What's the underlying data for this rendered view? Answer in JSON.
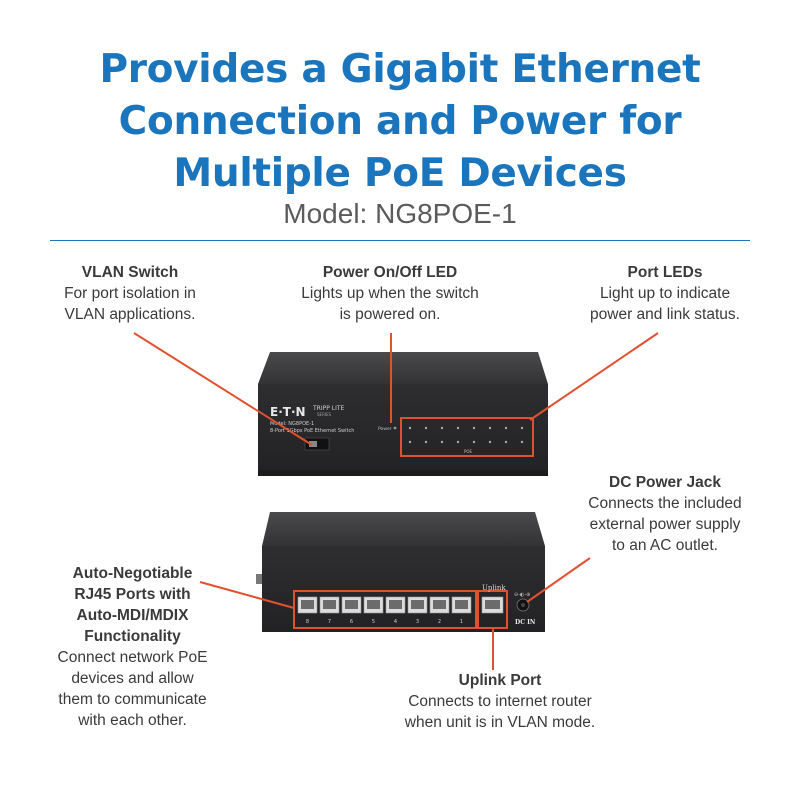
{
  "headline": {
    "line1": "Provides a Gigabit Ethernet",
    "line2": "Connection and Power for",
    "line3": "Multiple PoE Devices"
  },
  "model": "Model: NG8POE-1",
  "callouts": {
    "vlan_switch": {
      "title": "VLAN Switch",
      "desc1": "For port isolation in",
      "desc2": "VLAN applications."
    },
    "power_led": {
      "title": "Power On/Off LED",
      "desc1": "Lights up when the switch",
      "desc2": "is powered on."
    },
    "port_leds": {
      "title": "Port LEDs",
      "desc1": "Light up to indicate",
      "desc2": "power and link status."
    },
    "dc_jack": {
      "title": "DC Power Jack",
      "desc1": "Connects the included",
      "desc2": "external power supply",
      "desc3": "to an AC outlet."
    },
    "rj45": {
      "title1": "Auto-Negotiable",
      "title2": "RJ45 Ports with",
      "title3": "Auto-MDI/MDIX",
      "title4": "Functionality",
      "desc1": "Connect network PoE",
      "desc2": "devices and allow",
      "desc3": "them to communicate",
      "desc4": "with each other."
    },
    "uplink": {
      "title": "Uplink Port",
      "desc1": "Connects to internet router",
      "desc2": "when unit is in VLAN mode."
    }
  },
  "device_front": {
    "brand": "E·T·N",
    "series": "TRIPP LITE",
    "series_sub": "SERIES",
    "model_line": "Model: NG8POE-1",
    "desc_line": "8-Port 1Gbps PoE Ethernet Switch",
    "power_label": "Power",
    "poe_label": "POE"
  },
  "device_back": {
    "uplink_label": "Uplink",
    "dc_label": "DC IN",
    "port_numbers": [
      "8",
      "7",
      "6",
      "5",
      "4",
      "3",
      "2",
      "1"
    ]
  },
  "colors": {
    "headline": "#1b75bc",
    "rule": "#1b75bc",
    "callout_line": "#e0522f",
    "device": "#2b2b2c"
  }
}
